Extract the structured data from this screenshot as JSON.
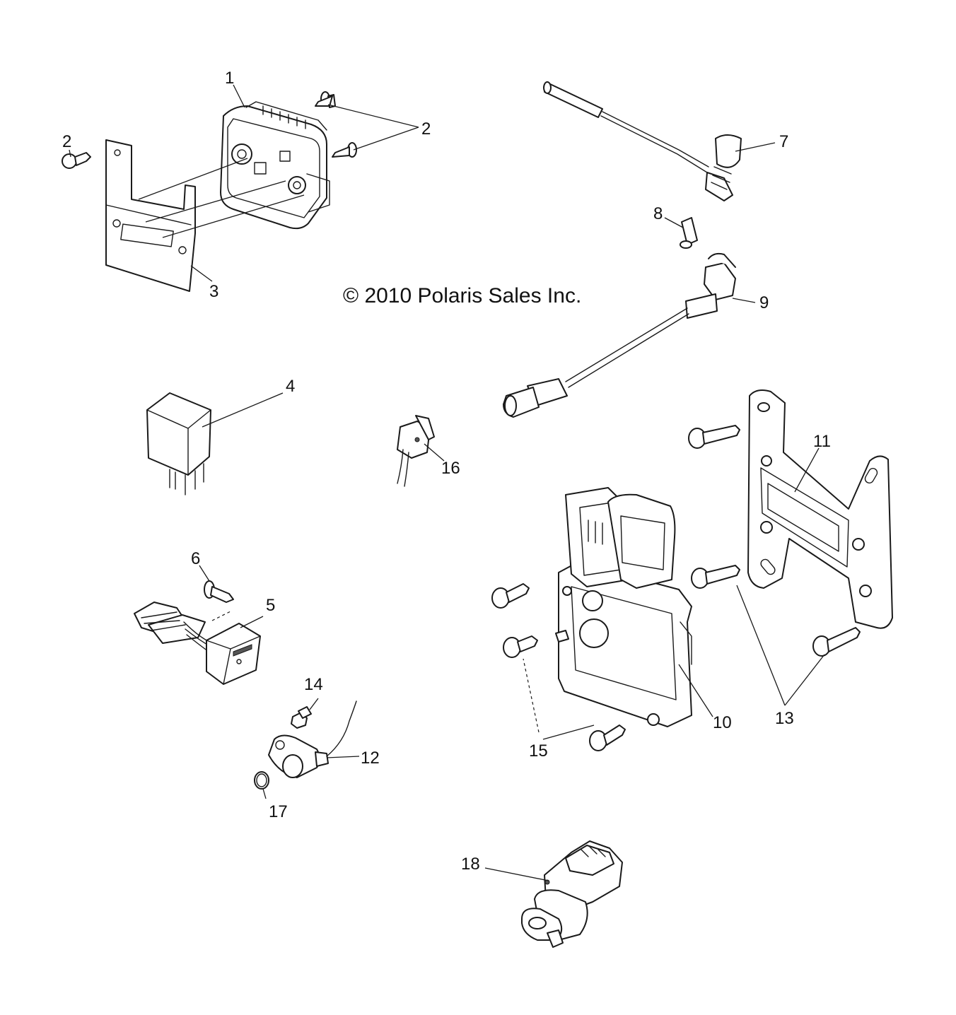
{
  "copyright": "© 2010 Polaris Sales Inc.",
  "callouts": {
    "c1": "1",
    "c2a": "2",
    "c2b": "2",
    "c3": "3",
    "c4": "4",
    "c5": "5",
    "c6": "6",
    "c7": "7",
    "c8": "8",
    "c9": "9",
    "c10": "10",
    "c11": "11",
    "c12": "12",
    "c13": "13",
    "c14": "14",
    "c15": "15",
    "c16": "16",
    "c17": "17",
    "c18": "18"
  },
  "colors": {
    "line": "#1a1a1a",
    "background": "#ffffff"
  }
}
